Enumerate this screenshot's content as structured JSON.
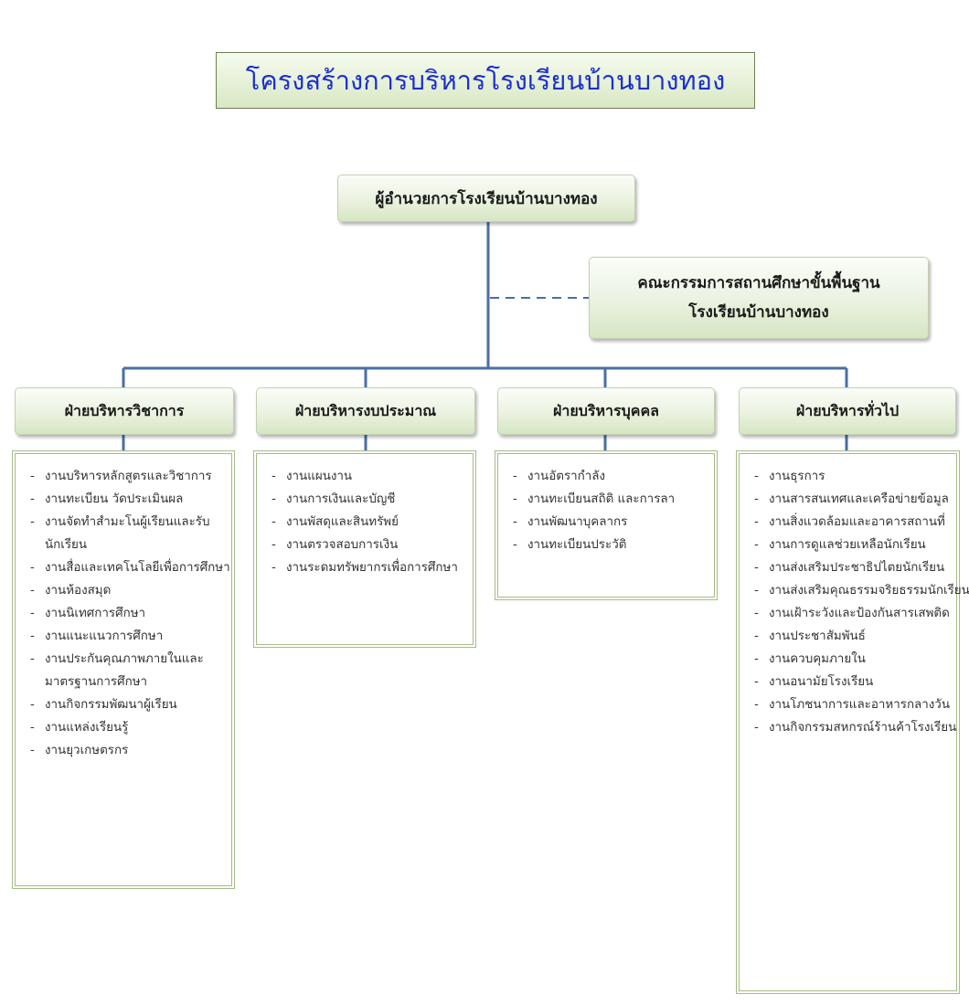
{
  "title": "โครงสร้างการบริหารโรงเรียนบ้านบางทอง",
  "director": "ผู้อำนวยการโรงเรียนบ้านบางทอง",
  "board": {
    "line1": "คณะกรรมการสถานศึกษาขั้นพื้นฐาน",
    "line2": "โรงเรียนบ้านบางทอง"
  },
  "colors": {
    "connector": "#4a6fa5",
    "title_text": "#1b2fd0",
    "node_fill": "#e4efd7",
    "list_border": "#a7bb86"
  },
  "departments": [
    {
      "name": "ฝ่ายบริหารวิชาการ",
      "items": [
        "งานบริหารหลักสูตรและวิชาการ",
        "งานทะเบียน วัดประเมินผล",
        "งานจัดทำสำมะโนผู้เรียนและรับนักเรียน",
        "งานสื่อและเทคโนโลยีเพื่อการศึกษา",
        "งานห้องสมุด",
        "งานนิเทศการศึกษา",
        "งานแนะแนวการศึกษา",
        "งานประกันคุณภาพภายในและมาตรฐานการศึกษา",
        "งานกิจกรรมพัฒนาผู้เรียน",
        "งานแหล่งเรียนรู้",
        "งานยุวเกษตรกร"
      ]
    },
    {
      "name": "ฝ่ายบริหารงบประมาณ",
      "items": [
        "งานแผนงาน",
        "งานการเงินและบัญชี",
        "งานพัสดุและสินทรัพย์",
        "งานตรวจสอบการเงิน",
        "งานระดมทรัพยากรเพื่อการศึกษา"
      ]
    },
    {
      "name": "ฝ่ายบริหารบุคคล",
      "items": [
        "งานอัตรากำลัง",
        "งานทะเบียนสถิติ และการลา",
        "งานพัฒนาบุคลากร",
        "งานทะเบียนประวัติ"
      ]
    },
    {
      "name": "ฝ่ายบริหารทั่วไป",
      "items": [
        "งานธุรการ",
        "งานสารสนเทศและเครือข่ายข้อมูล",
        "งานสิ่งแวดล้อมและอาคารสถานที่",
        "งานการดูแลช่วยเหลือนักเรียน",
        "งานส่งเสริมประชาธิปไตยนักเรียน",
        "งานส่งเสริมคุณธรรมจริยธรรมนักเรียน",
        "งานเฝ้าระวังและป้องกันสารเสพติด",
        "งานประชาสัมพันธ์",
        "งานควบคุมภายใน",
        "งานอนามัยโรงเรียน",
        "งานโภชนาการและอาหารกลางวัน",
        "งานกิจกรรมสหกรณ์ร้านค้าโรงเรียน"
      ]
    }
  ]
}
